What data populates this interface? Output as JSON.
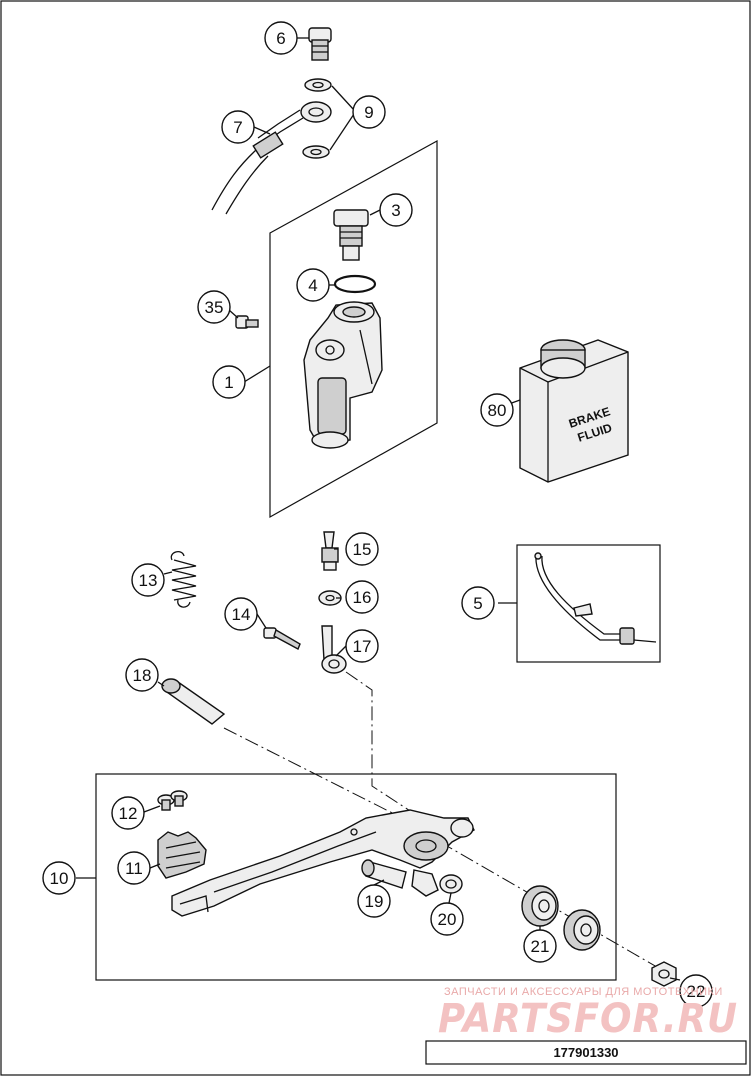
{
  "callouts": {
    "c1": "1",
    "c3": "3",
    "c4": "4",
    "c5": "5",
    "c6": "6",
    "c7": "7",
    "c9": "9",
    "c10": "10",
    "c11": "11",
    "c12": "12",
    "c13": "13",
    "c14": "14",
    "c15": "15",
    "c16": "16",
    "c17": "17",
    "c18": "18",
    "c19": "19",
    "c20": "20",
    "c21": "21",
    "c22": "22",
    "c35": "35",
    "c80": "80"
  },
  "can_label": {
    "line1": "BRAKE",
    "line2": "FLUID"
  },
  "watermark": {
    "tagline": "ЗАПЧАСТИ И АКСЕССУАРЫ ДЛЯ МОТОТЕХНИКИ",
    "brand": "PARTSFOR.RU"
  },
  "drawing_number": "177901330"
}
